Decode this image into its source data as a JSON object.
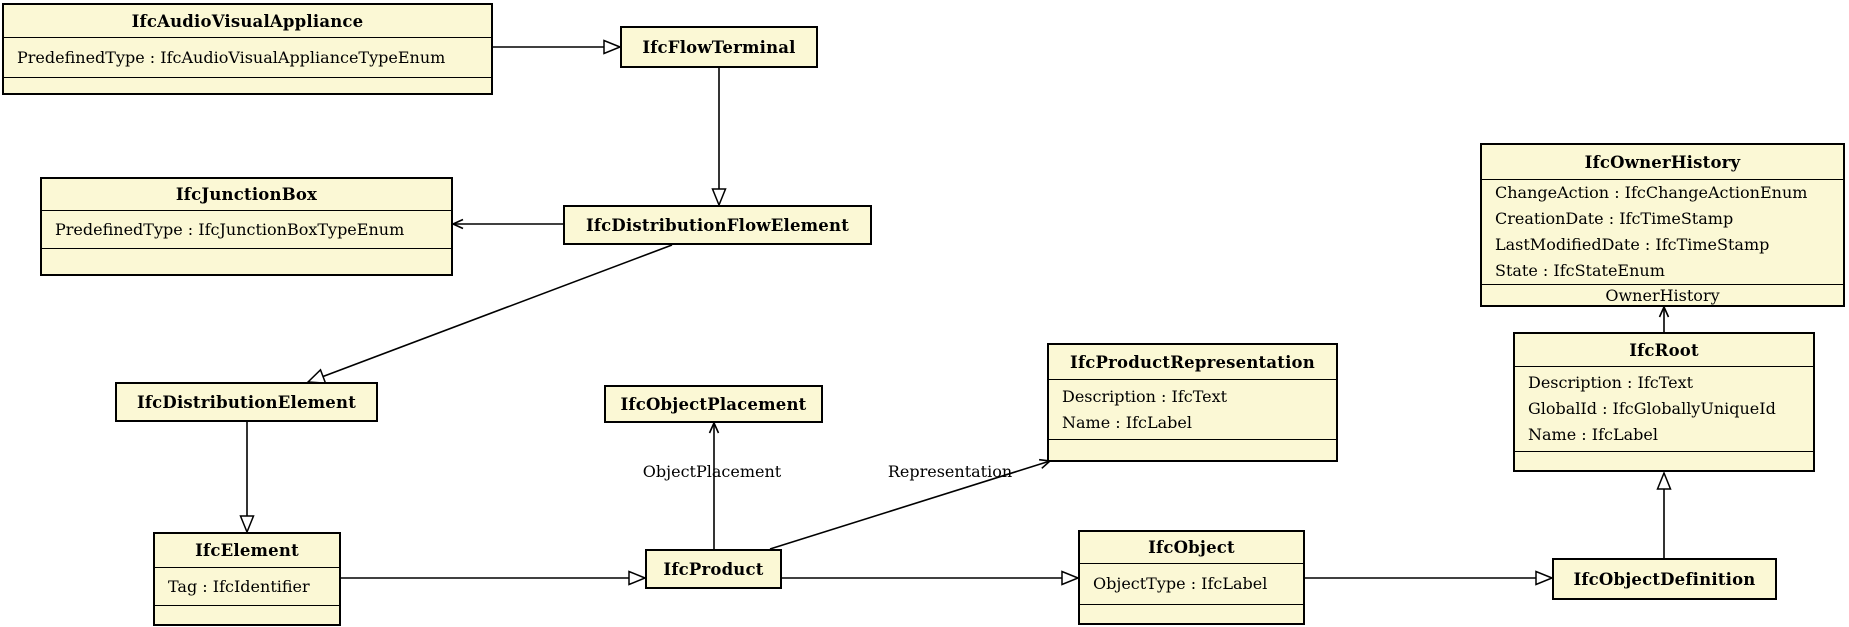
{
  "diagram": {
    "type": "uml-class-diagram",
    "subject": "IFC entity inheritance diagram",
    "colors": {
      "box_fill": "#FBF8D5",
      "box_border": "#000000",
      "line": "#000000",
      "background": "#FFFFFF"
    },
    "classes": {
      "audio_visual_appliance": {
        "title": "IfcAudioVisualAppliance",
        "attributes": [
          "PredefinedType : IfcAudioVisualApplianceTypeEnum"
        ]
      },
      "flow_terminal": {
        "title": "IfcFlowTerminal",
        "attributes": []
      },
      "junction_box": {
        "title": "IfcJunctionBox",
        "attributes": [
          "PredefinedType : IfcJunctionBoxTypeEnum"
        ]
      },
      "distribution_flow_element": {
        "title": "IfcDistributionFlowElement",
        "attributes": []
      },
      "distribution_element": {
        "title": "IfcDistributionElement",
        "attributes": []
      },
      "element": {
        "title": "IfcElement",
        "attributes": [
          "Tag : IfcIdentifier"
        ]
      },
      "object_placement": {
        "title": "IfcObjectPlacement",
        "attributes": []
      },
      "product": {
        "title": "IfcProduct",
        "attributes": []
      },
      "product_representation": {
        "title": "IfcProductRepresentation",
        "attributes": [
          "Description : IfcText",
          "Name : IfcLabel"
        ]
      },
      "owner_history": {
        "title": "IfcOwnerHistory",
        "attributes": [
          "ChangeAction : IfcChangeActionEnum",
          "CreationDate : IfcTimeStamp",
          "LastModifiedDate : IfcTimeStamp",
          "State : IfcStateEnum"
        ]
      },
      "root": {
        "title": "IfcRoot",
        "attributes": [
          "Description : IfcText",
          "GlobalId : IfcGloballyUniqueId",
          "Name : IfcLabel"
        ]
      },
      "object": {
        "title": "IfcObject",
        "attributes": [
          "ObjectType : IfcLabel"
        ]
      },
      "object_definition": {
        "title": "IfcObjectDefinition",
        "attributes": []
      }
    },
    "edge_labels": {
      "object_placement": "ObjectPlacement",
      "representation": "Representation",
      "owner_history": "OwnerHistory"
    },
    "relationships": [
      {
        "from": "IfcAudioVisualAppliance",
        "to": "IfcFlowTerminal",
        "type": "generalization"
      },
      {
        "from": "IfcFlowTerminal",
        "to": "IfcDistributionFlowElement",
        "type": "generalization"
      },
      {
        "from": "IfcDistributionFlowElement",
        "to": "IfcJunctionBox",
        "type": "reference",
        "label": ""
      },
      {
        "from": "IfcDistributionFlowElement",
        "to": "IfcDistributionElement",
        "type": "generalization"
      },
      {
        "from": "IfcDistributionElement",
        "to": "IfcElement",
        "type": "generalization"
      },
      {
        "from": "IfcElement",
        "to": "IfcProduct",
        "type": "generalization"
      },
      {
        "from": "IfcProduct",
        "to": "IfcObjectPlacement",
        "type": "reference",
        "label": "ObjectPlacement"
      },
      {
        "from": "IfcProduct",
        "to": "IfcProductRepresentation",
        "type": "reference",
        "label": "Representation"
      },
      {
        "from": "IfcProduct",
        "to": "IfcObject",
        "type": "generalization"
      },
      {
        "from": "IfcObject",
        "to": "IfcObjectDefinition",
        "type": "generalization"
      },
      {
        "from": "IfcObjectDefinition",
        "to": "IfcRoot",
        "type": "generalization"
      },
      {
        "from": "IfcRoot",
        "to": "IfcOwnerHistory",
        "type": "reference",
        "label": "OwnerHistory"
      }
    ]
  }
}
